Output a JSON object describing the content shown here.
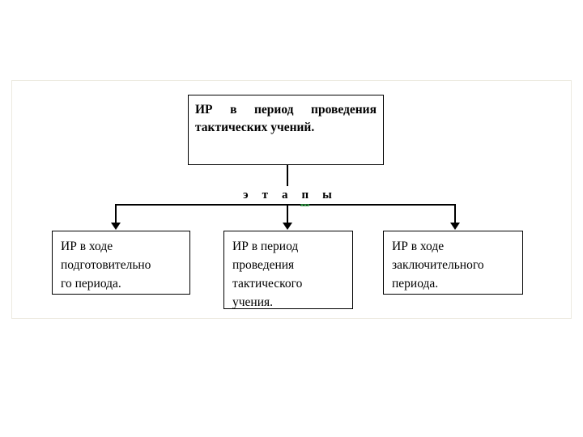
{
  "figure": {
    "type": "hierarchy-flowchart",
    "frame_color": "#edeae0",
    "line_color": "#000000",
    "background": "#ffffff"
  },
  "root": {
    "text": " ИР в период проведения тактических учений."
  },
  "connector_label": {
    "letters": [
      "э",
      "т",
      "а",
      "п",
      "ы"
    ],
    "plain_text": "э т а п ы",
    "misspelled_letter": "п",
    "spellcheck_underline_color": "#2f9e44"
  },
  "leaves": [
    {
      "text": "ИР в ходе\nподготовительно\nго периода."
    },
    {
      "text": "ИР в период\nпроведения\nтактического\nучения."
    },
    {
      "text": "ИР в ходе\nзаключительного\nпериода."
    }
  ]
}
